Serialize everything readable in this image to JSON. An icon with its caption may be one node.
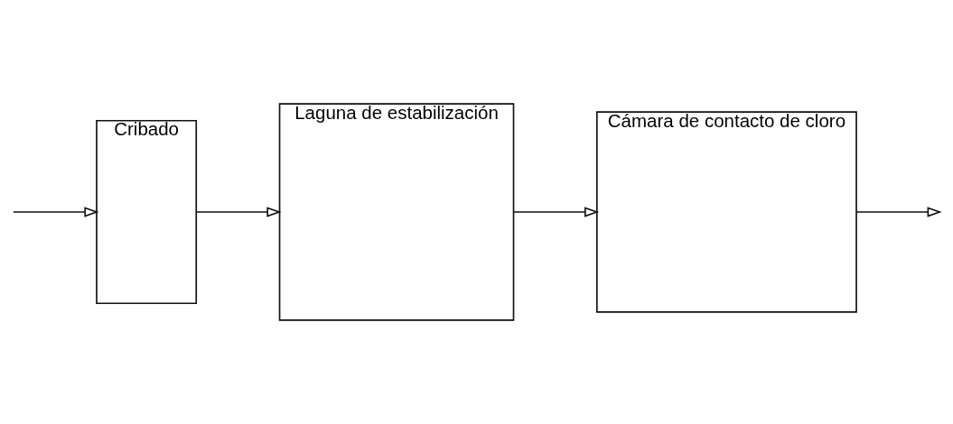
{
  "diagram": {
    "nodes": [
      {
        "text": [
          "Cribado"
        ]
      },
      {
        "text": [
          "Laguna de estabilización"
        ]
      },
      {
        "text": [
          "Cámara de contacto de cloro"
        ]
      }
    ],
    "edges": [
      {
        "from": null,
        "to": 0,
        "arrow": "to"
      },
      {
        "from": 0,
        "to": 1,
        "arrow": "to"
      },
      {
        "from": 1,
        "to": 2,
        "arrow": "to"
      },
      {
        "from": 2,
        "to": null,
        "arrow": "to"
      }
    ]
  }
}
